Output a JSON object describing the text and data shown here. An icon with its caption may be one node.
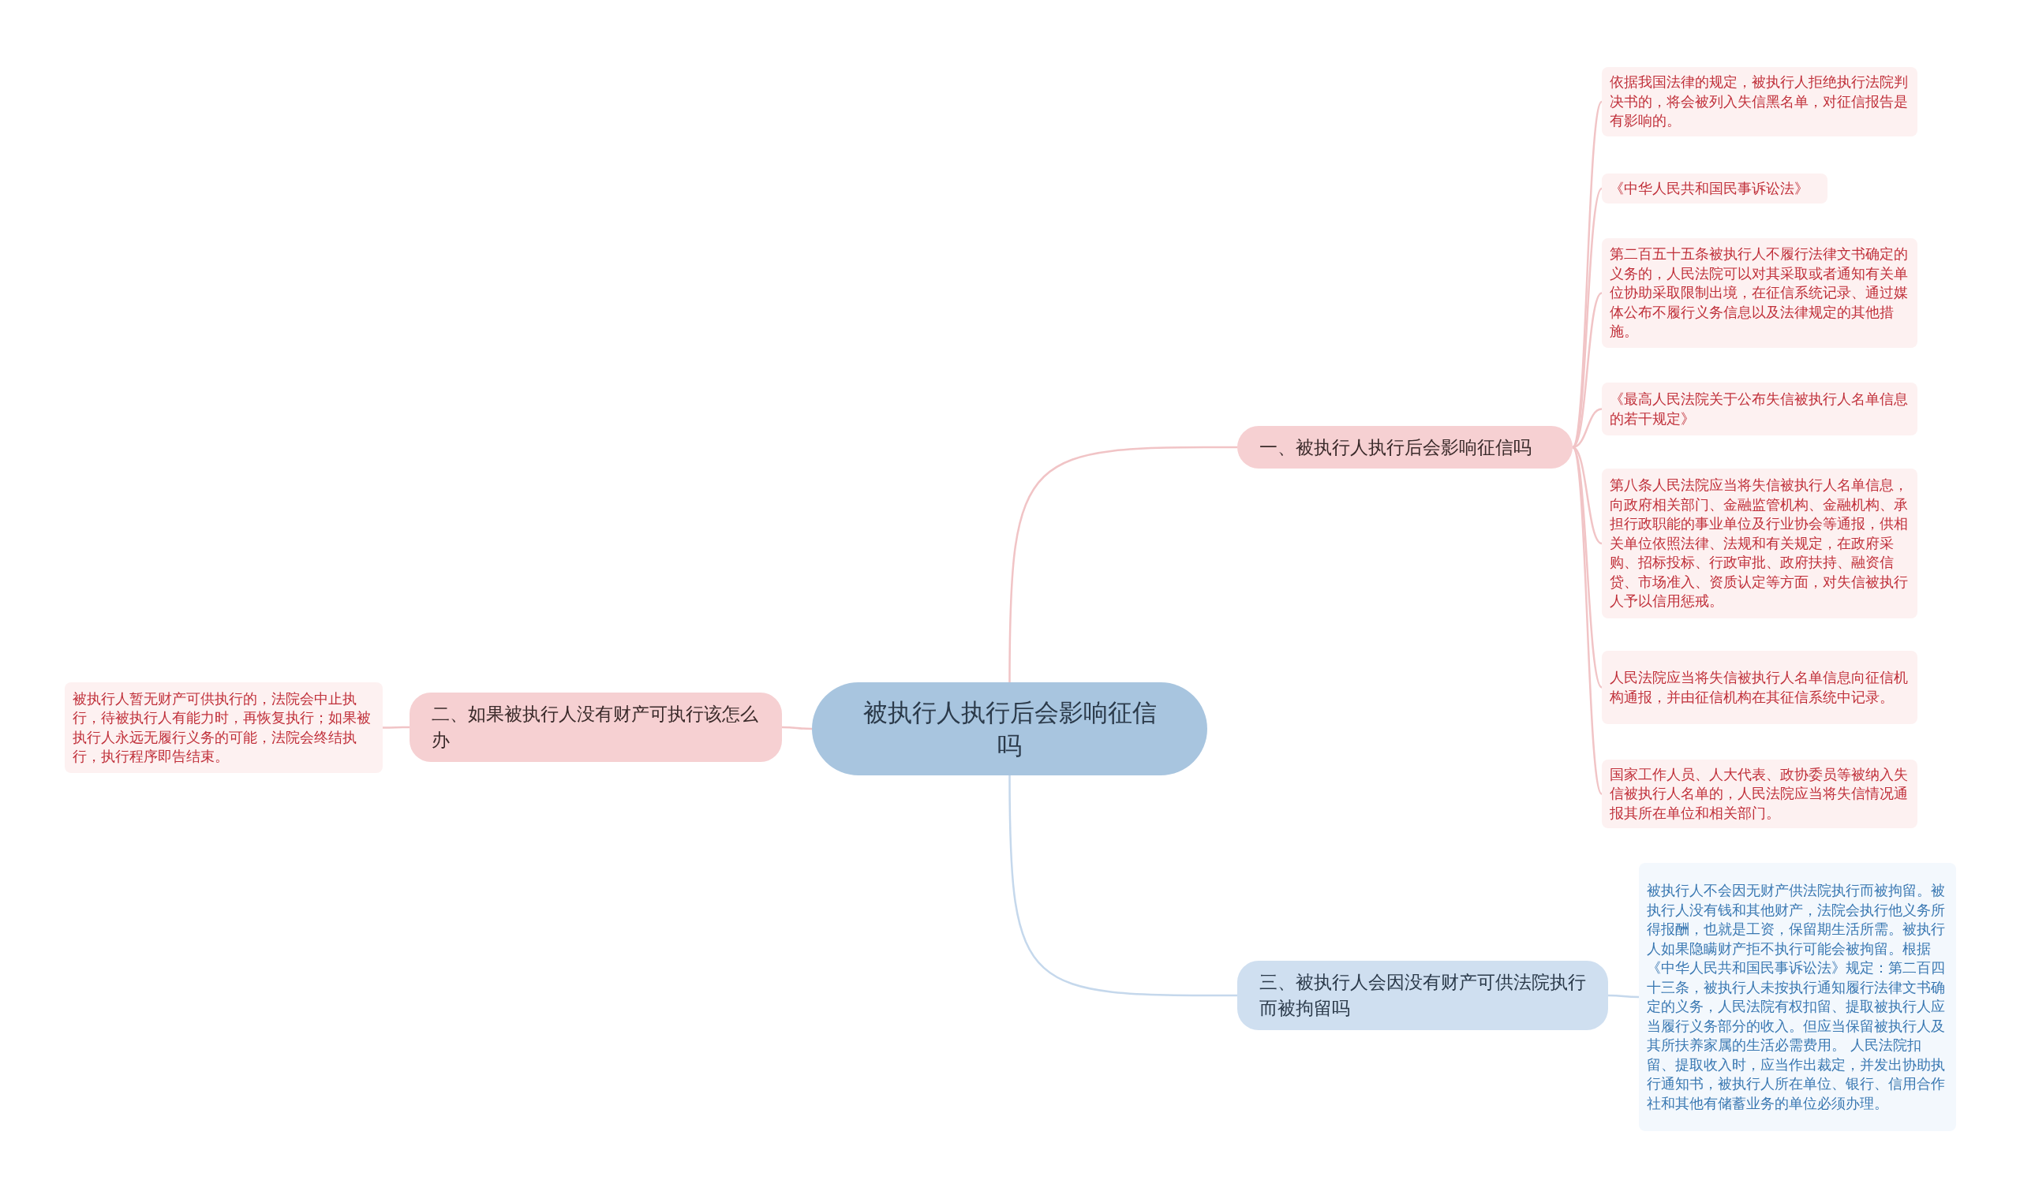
{
  "diagram": {
    "nodes": [
      {
        "text": [
          "被执行人执行后会影响征信吗"
        ]
      },
      {
        "text": [
          "一、被执行人执行后会影响征信吗"
        ]
      },
      {
        "text": [
          "依据我国法律的规定，被执行人拒绝执行法院判决书的，将会被列入失信黑名单，对征信报告是有影响的。"
        ]
      },
      {
        "text": [
          "《中华人民共和国民事诉讼法》"
        ]
      },
      {
        "text": [
          "第二百五十五条被执行人不履行法律文书确定的义务的，人民法院可以对其采取或者通知有关单位协助采取限制出境，在征信系统记录、通过媒体公布不履行义务信息以及法律规定的其他措施。"
        ]
      },
      {
        "text": [
          "《最高人民法院关于公布失信被执行人名单信息的若干规定》"
        ]
      },
      {
        "text": [
          "第八条人民法院应当将失信被执行人名单信息，向政府相关部门、金融监管机构、金融机构、承担行政职能的事业单位及行业协会等通报，供相关单位依照法律、法规和有关规定，在政府采购、招标投标、行政审批、政府扶持、融资信贷、市场准入、资质认定等方面，对失信被执行人予以信用惩戒。"
        ]
      },
      {
        "text": [
          "人民法院应当将失信被执行人名单信息向征信机构通报，并由征信机构在其征信系统中记录。"
        ]
      },
      {
        "text": [
          "国家工作人员、人大代表、政协委员等被纳入失信被执行人名单的，人民法院应当将失信情况通报其所在单位和相关部门。"
        ]
      },
      {
        "text": [
          "二、如果被执行人没有财产可执行该怎么办"
        ]
      },
      {
        "text": [
          "被执行人暂无财产可供执行的，法院会中止执行，待被执行人有能力时，再恢复执行；如果被执行人永远无履行义务的可能，法院会终结执行，执行程序即告结束。"
        ]
      },
      {
        "text": [
          "三、被执行人会因没有财产可供法院执行而被拘留吗"
        ]
      },
      {
        "text": [
          "被执行人不会因无财产供法院执行而被拘留。被执行人没有钱和其他财产，法院会执行他义务所得报酬，也就是工资，保留期生活所需。被执行人如果隐瞒财产拒不执行可能会被拘留。根据《中华人民共和国民事诉讼法》规定：第二百四十三条，被执行人未按执行通知履行法律文书确定的义务，人民法院有权扣留、提取被执行人应当履行义务部分的收入。但应当保留被执行人及其所扶养家属的生活必需费用。 人民法院扣留、提取收入时，应当作出裁定，并发出协助执行通知书，被执行人所在单位、银行、信用合作社和其他有储蓄业务的单位必须办理。"
        ]
      }
    ],
    "edges": [
      {
        "from": 0,
        "to": 1,
        "arrow": "none"
      },
      {
        "from": 1,
        "to": 2,
        "arrow": "none"
      },
      {
        "from": 1,
        "to": 3,
        "arrow": "none"
      },
      {
        "from": 1,
        "to": 4,
        "arrow": "none"
      },
      {
        "from": 1,
        "to": 5,
        "arrow": "none"
      },
      {
        "from": 1,
        "to": 6,
        "arrow": "none"
      },
      {
        "from": 1,
        "to": 7,
        "arrow": "none"
      },
      {
        "from": 1,
        "to": 8,
        "arrow": "none"
      },
      {
        "from": 0,
        "to": 9,
        "arrow": "none"
      },
      {
        "from": 9,
        "to": 10,
        "arrow": "none"
      },
      {
        "from": 0,
        "to": 11,
        "arrow": "none",
        "color": "#c5d8ec"
      },
      {
        "from": 11,
        "to": 12,
        "arrow": "none",
        "color": "#c5d8ec"
      }
    ]
  }
}
